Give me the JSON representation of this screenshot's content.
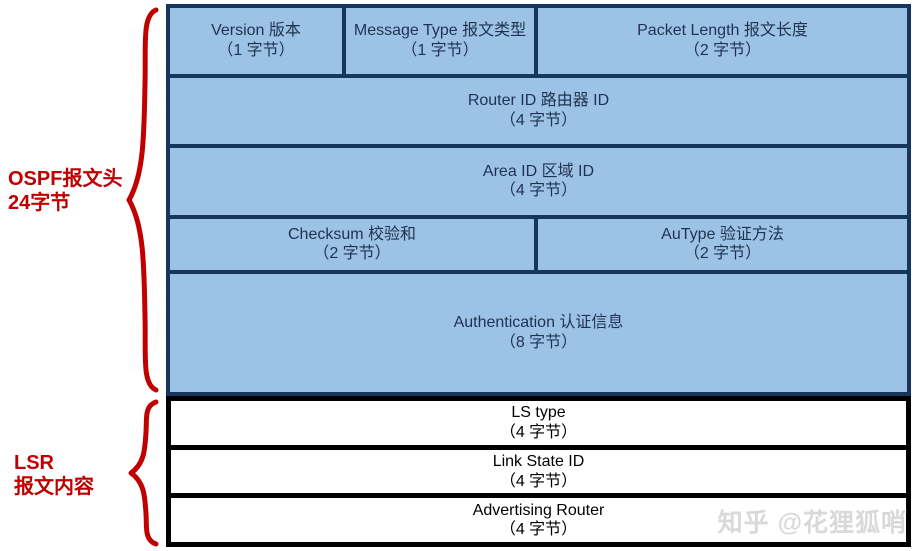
{
  "diagram": {
    "title": "OSPF LSR packet format",
    "colors": {
      "header_fill": "#9cc3e5",
      "header_border": "#17365d",
      "body_fill": "#ffffff",
      "body_border": "#000000",
      "label_red": "#c00000",
      "watermark_gray": "#d9d9d9"
    }
  },
  "labels": {
    "header_label": "OSPF报文头\n24字节",
    "body_label": "LSR\n报文内容"
  },
  "header_rows": [
    {
      "cells": [
        {
          "name": "version",
          "line1": "Version 版本",
          "line2": "（1 字节）"
        },
        {
          "name": "message-type",
          "line1": "Message Type 报文类型",
          "line2": "（1 字节）"
        },
        {
          "name": "packet-length",
          "line1": "Packet Length 报文长度",
          "line2": "（2 字节）"
        }
      ]
    },
    {
      "cells": [
        {
          "name": "router-id",
          "line1": "Router ID 路由器 ID",
          "line2": "（4 字节）"
        }
      ]
    },
    {
      "cells": [
        {
          "name": "area-id",
          "line1": "Area ID 区域 ID",
          "line2": "（4 字节）"
        }
      ]
    },
    {
      "cells": [
        {
          "name": "checksum",
          "line1": "Checksum 校验和",
          "line2": "（2 字节）"
        },
        {
          "name": "autype",
          "line1": "AuType 验证方法",
          "line2": "（2 字节）"
        }
      ]
    },
    {
      "cells": [
        {
          "name": "authentication",
          "line1": "Authentication 认证信息",
          "line2": "（8 字节）"
        }
      ]
    }
  ],
  "body_rows": [
    {
      "name": "ls-type",
      "line1": "LS type",
      "line2": "（4 字节）"
    },
    {
      "name": "link-state-id",
      "line1": "Link State ID",
      "line2": "（4 字节）"
    },
    {
      "name": "advertising-router",
      "line1": "Advertising Router",
      "line2": "（4 字节）"
    }
  ],
  "watermark": {
    "text": "知乎 @花狸狐哨"
  }
}
